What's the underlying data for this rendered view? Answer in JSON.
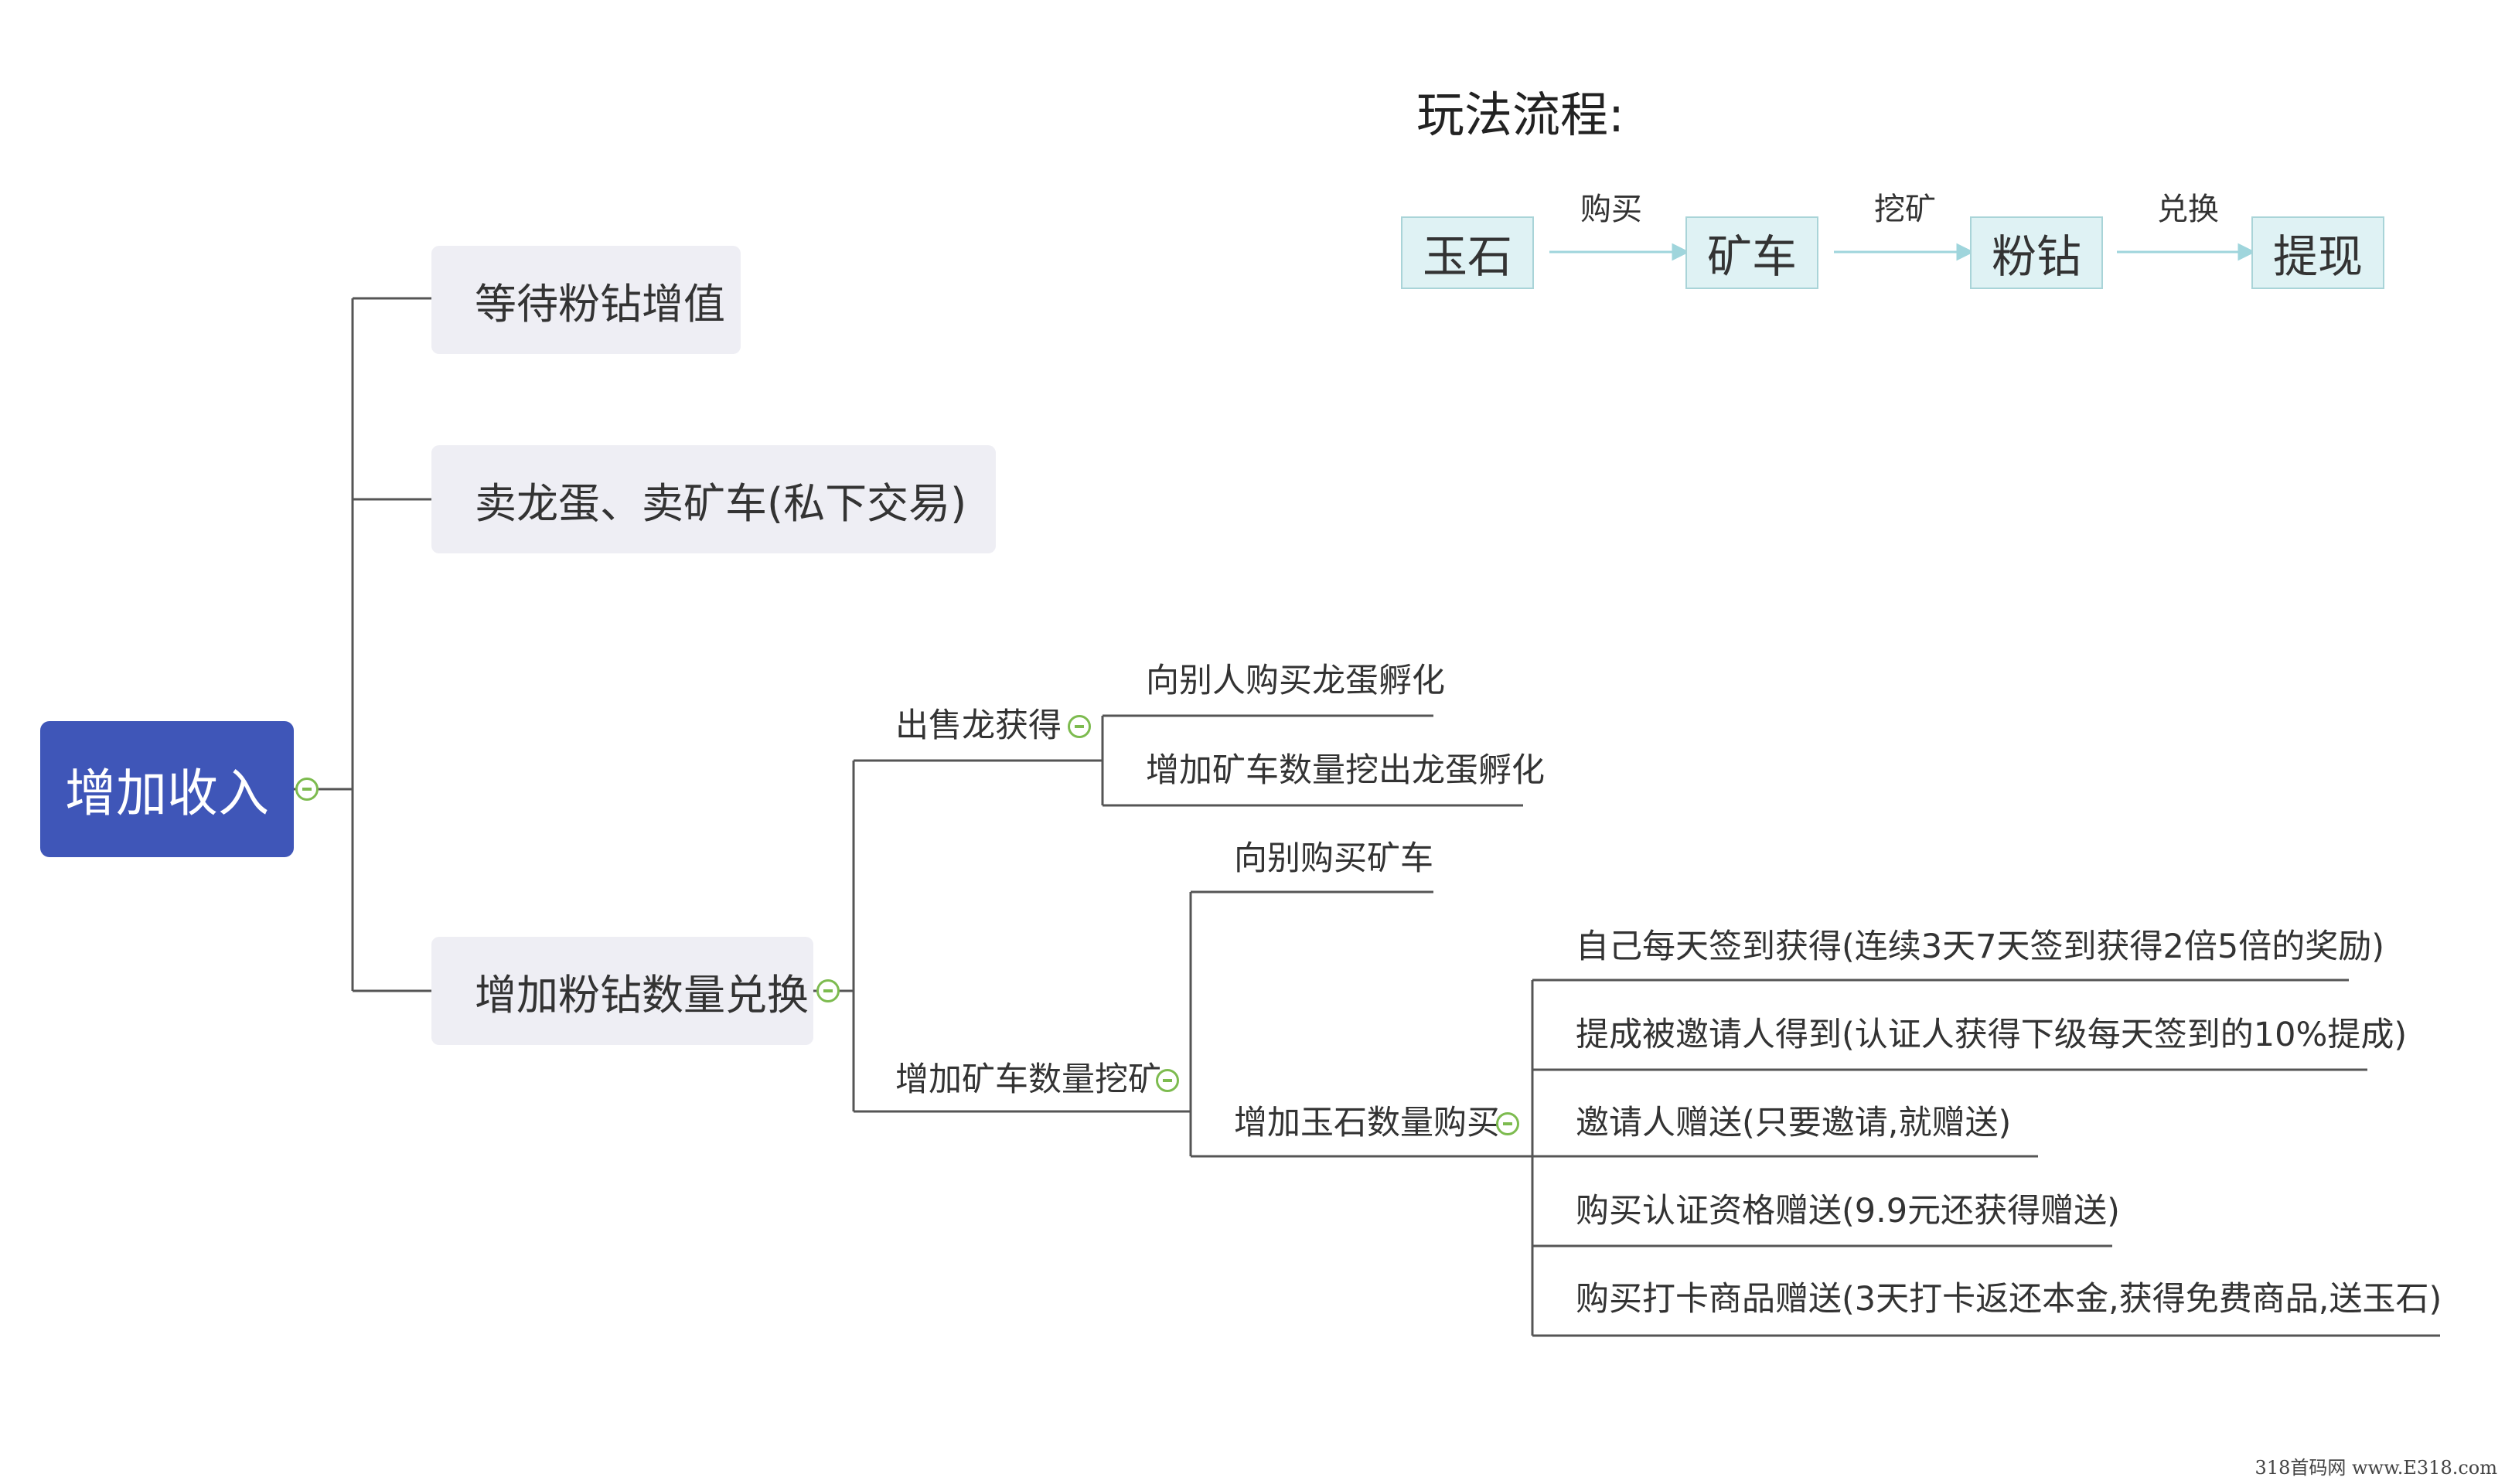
{
  "flow": {
    "title": "玩法流程:",
    "nodes": [
      "玉石",
      "矿车",
      "粉钻",
      "提现"
    ],
    "edges": [
      "购买",
      "挖矿",
      "兑换"
    ]
  },
  "mindmap": {
    "root": "增加收入",
    "branch_wait": "等待粉钻增值",
    "branch_sell": "卖龙蛋、卖矿车(私下交易)",
    "branch_exchange": "增加粉钻数量兑换",
    "sell_dragon": "出售龙获得",
    "sell_dragon_children": [
      "向别人购买龙蛋孵化",
      "增加矿车数量挖出龙蛋孵化"
    ],
    "more_carts": "增加矿车数量挖矿",
    "buy_carts": "向别购买矿车",
    "more_jade": "增加玉石数量购买",
    "jade_children": [
      "自己每天签到获得(连续3天7天签到获得2倍5倍的奖励)",
      "提成被邀请人得到(认证人获得下级每天签到的10%提成)",
      "邀请人赠送(只要邀请,就赠送)",
      "购买认证资格赠送(9.9元还获得赠送)",
      "购买打卡商品赠送(3天打卡返还本金,获得免费商品,送玉石)"
    ]
  },
  "colors": {
    "root": "#3f56b8",
    "line": "#555555",
    "flow_arrow": "#9fd5dc",
    "toggle": "#7dbb4f"
  },
  "watermark": "318首码网 www.E318.com"
}
